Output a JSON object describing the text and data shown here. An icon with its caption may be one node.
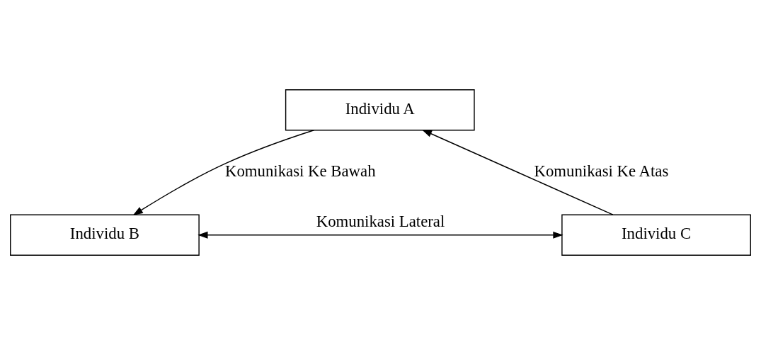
{
  "diagram": {
    "nodes": [
      {
        "text": [
          "Individu A"
        ]
      },
      {
        "text": [
          "Individu B"
        ]
      },
      {
        "text": [
          "Individu C"
        ]
      }
    ],
    "edges": [
      {
        "from": 0,
        "to": 1,
        "arrow": "to",
        "label": "Komunikasi Ke Bawah"
      },
      {
        "from": 2,
        "to": 0,
        "arrow": "to",
        "label": "Komunikasi Ke Atas"
      },
      {
        "from": 1,
        "to": 2,
        "arrow": "both",
        "label": "Komunikasi Lateral"
      }
    ]
  }
}
